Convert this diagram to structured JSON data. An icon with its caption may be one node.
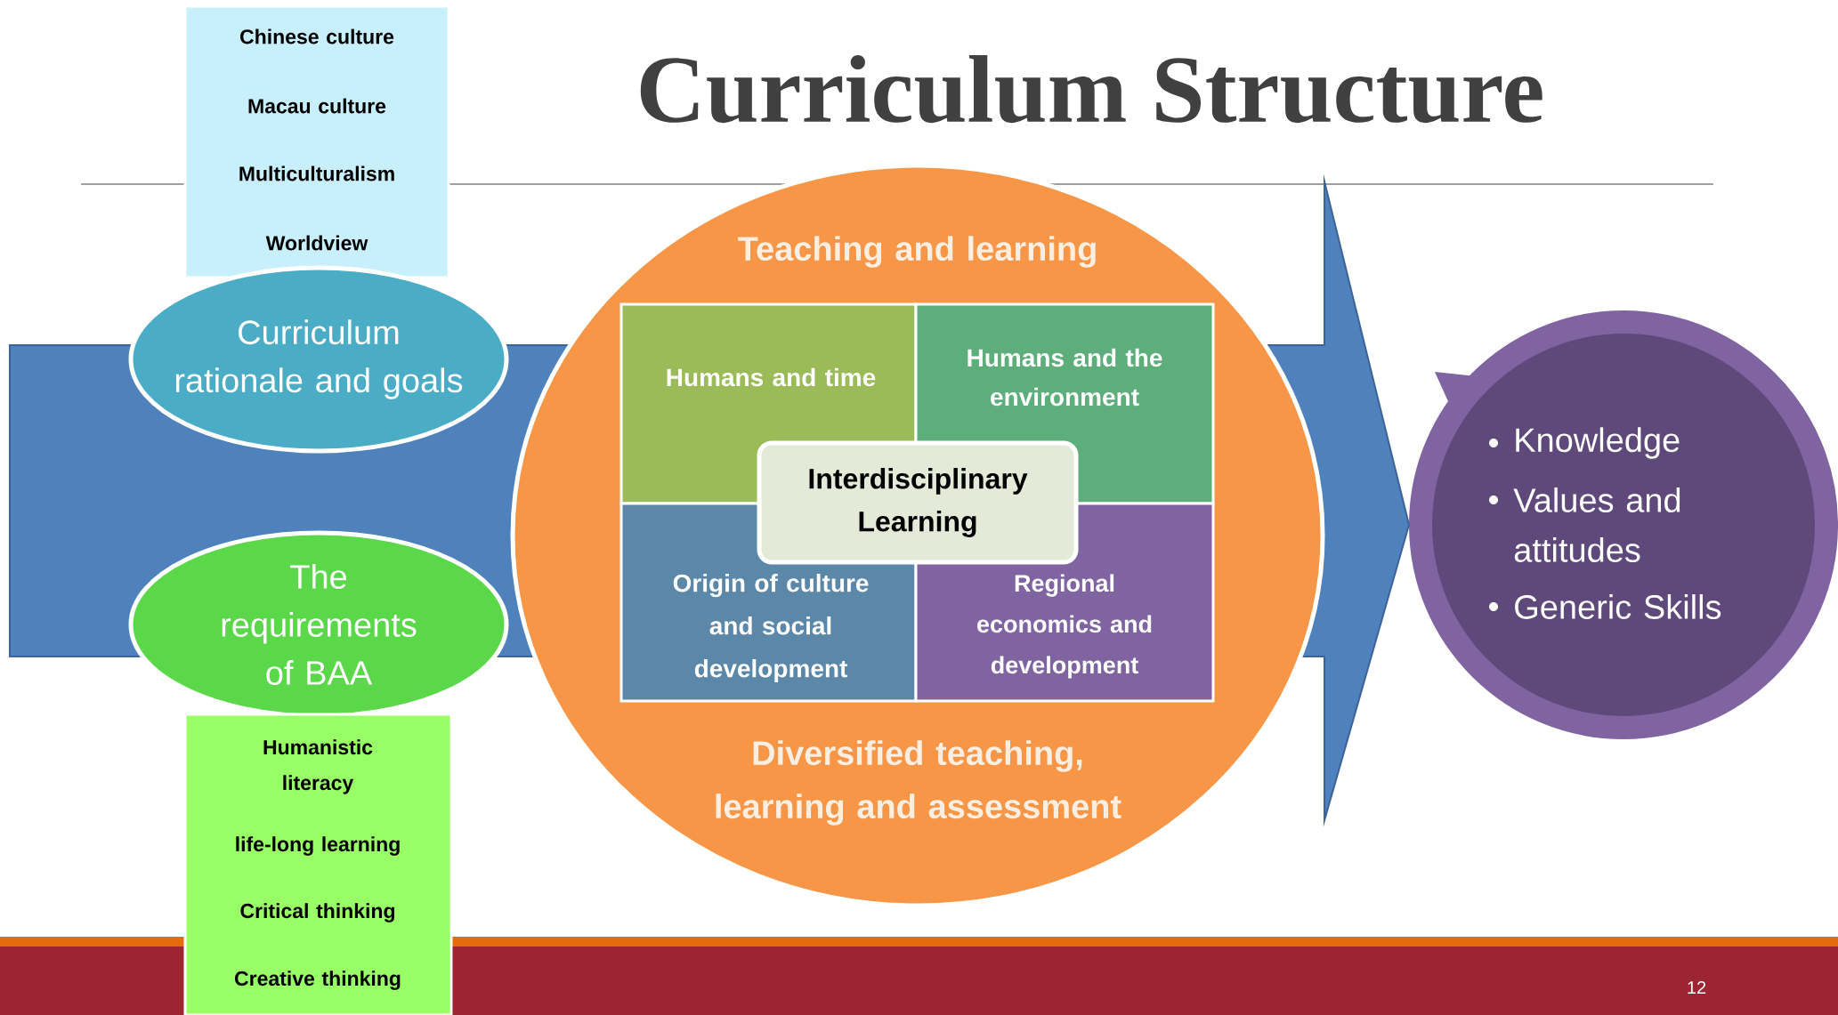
{
  "diagram": {
    "title": "Curriculum Structure",
    "nodes": [
      {
        "text": [
          "Chinese culture",
          "Macau culture",
          "Multiculturalism",
          "Worldview"
        ]
      },
      {
        "text": [
          "Curriculum rationale and goals"
        ]
      },
      {
        "text": [
          "The requirements of BAA"
        ]
      },
      {
        "text": [
          "Humanistic literacy",
          "life-long learning",
          "Critical thinking",
          "Creative thinking"
        ]
      },
      {
        "text": [
          "Teaching and learning",
          "Diversified teaching, learning and assessment"
        ]
      },
      {
        "text": [
          "Humans and time"
        ],
        "in": 4
      },
      {
        "text": [
          "Humans and the environment"
        ],
        "in": 4
      },
      {
        "text": [
          "Origin of culture and social development"
        ],
        "in": 4
      },
      {
        "text": [
          "Regional economics and development"
        ],
        "in": 4
      },
      {
        "text": [
          "Interdisciplinary Learning"
        ],
        "in": 4
      },
      {
        "text": [
          "Knowledge",
          "Values and attitudes",
          "Generic Skills"
        ]
      }
    ],
    "edges": [
      {
        "from": null,
        "to": 10,
        "arrow": "to"
      }
    ],
    "labels": [
      "12"
    ]
  }
}
